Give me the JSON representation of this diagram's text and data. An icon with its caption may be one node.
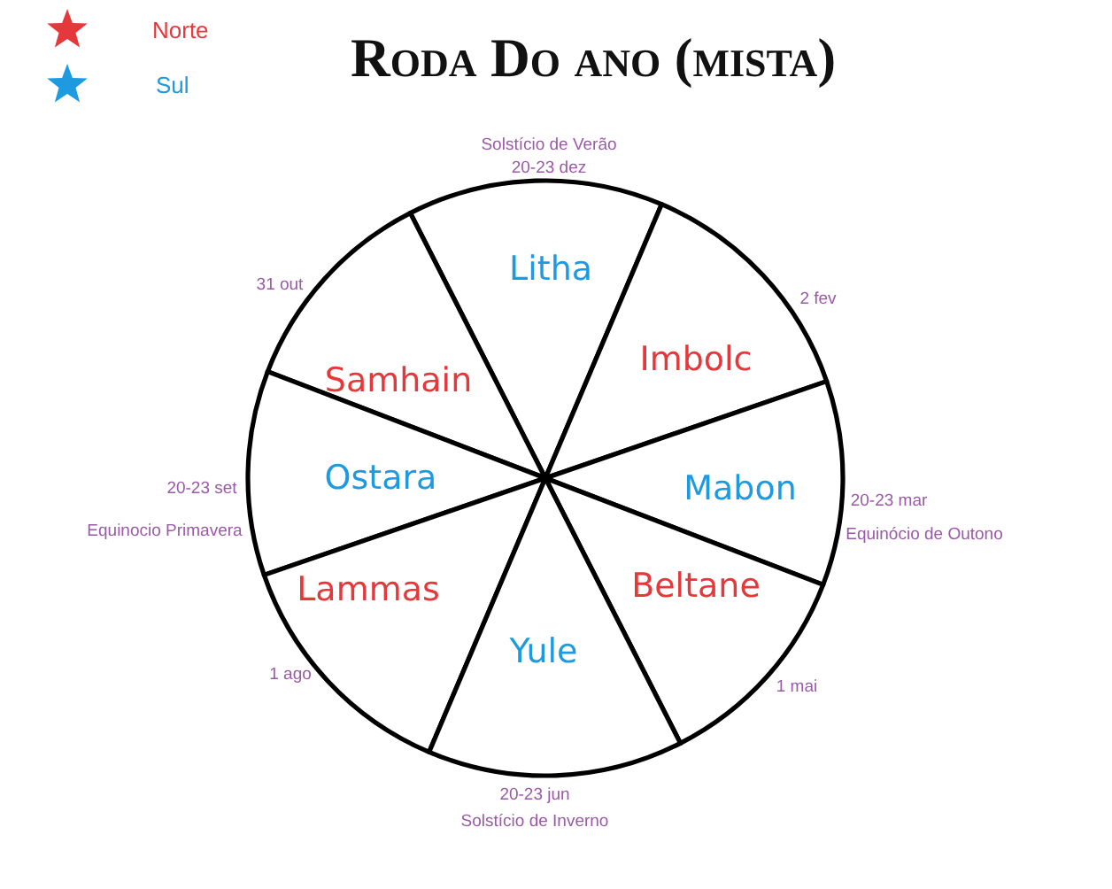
{
  "diagram": {
    "title": "Roda Do ano (mista)",
    "nodes": [
      {
        "text": [
          "Litha"
        ]
      },
      {
        "text": [
          "Imbolc"
        ]
      },
      {
        "text": [
          "Samhain"
        ]
      },
      {
        "text": [
          "Ostara"
        ]
      },
      {
        "text": [
          "Mabon"
        ]
      },
      {
        "text": [
          "Lammas"
        ]
      },
      {
        "text": [
          "Beltane"
        ]
      },
      {
        "text": [
          "Yule"
        ]
      }
    ],
    "labels": [
      "Solstício de Verão",
      "20-23 dez",
      "31 out",
      "2 fev",
      "20-23 set",
      "Equinocio Primavera",
      "20-23 mar",
      "Equinócio de Outono",
      "1 ago",
      "1 mai",
      "20-23 jun",
      "Solstício de Inverno"
    ],
    "legend": [
      {
        "text": "Norte",
        "color": "#e5383b"
      },
      {
        "text": "Sul",
        "color": "#1e9be0"
      }
    ]
  }
}
